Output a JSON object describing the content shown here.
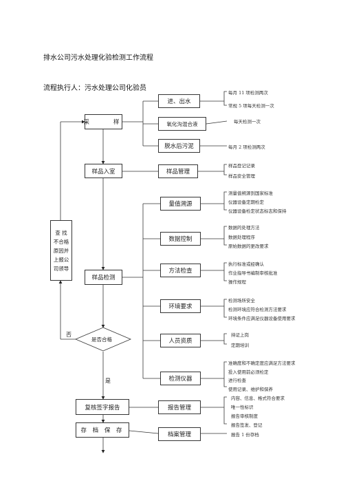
{
  "title": "排水公司污水处理化验检测工作流程",
  "executor": "流程执行人：污水处理公司化验员",
  "main_flow": {
    "sampling": "采　　样",
    "sample_in": "样品入室",
    "sample_test": "样品检测",
    "decision": "是否合格",
    "yes": "是",
    "no": "否",
    "review": "复核签字报告",
    "archive": "存 档 保 存"
  },
  "left_box": [
    "查 找",
    "不合格",
    "原因并",
    "上报公",
    "司领导"
  ],
  "branches": [
    {
      "label": "进、出水",
      "notes": [
        "每月 11 项检测两次",
        "常规 5 项每天检测一次"
      ]
    },
    {
      "label": "氧化沟混合液",
      "notes": [
        "每天检测一次"
      ]
    },
    {
      "label": "脱水后污泥",
      "notes": [
        "每月 2 项检测两次"
      ]
    },
    {
      "label": "样品管理",
      "notes": [
        "样品登记记录",
        "样品安全管理"
      ]
    },
    {
      "label": "量值溯源",
      "notes": [
        "测量值朔源到国家标准",
        "仪器设备定期检定",
        "仪器设备检定状态标志和保持"
      ]
    },
    {
      "label": "数据控制",
      "notes": [
        "数据的处理方法",
        "数据处理程序",
        "原始数据的更改要求"
      ]
    },
    {
      "label": "方法检查",
      "notes": [
        "执行标准或经确认",
        "作业指导书编制审核批准",
        "操作规程"
      ]
    },
    {
      "label": "环境要求",
      "notes": [
        "检测场所安全",
        "检测环境应符合检测方法要求",
        "环境条件应满足仪器设备使用要求"
      ]
    },
    {
      "label": "人员资质",
      "notes": [
        "持证上岗",
        "定期培训"
      ]
    },
    {
      "label": "检测仪器",
      "notes": [
        "准确度和不确定度应满足方法要求",
        "投入使用前必须检定",
        "进行检查",
        "使用记录、维护和保养"
      ]
    },
    {
      "label": "报告管理",
      "notes": [
        "内容、信息、格式符合要求",
        "唯一性标识",
        "报告审核制度",
        "报告签发、登记"
      ]
    },
    {
      "label": "档案管理",
      "notes": [
        "报告 1 份存档"
      ]
    }
  ]
}
